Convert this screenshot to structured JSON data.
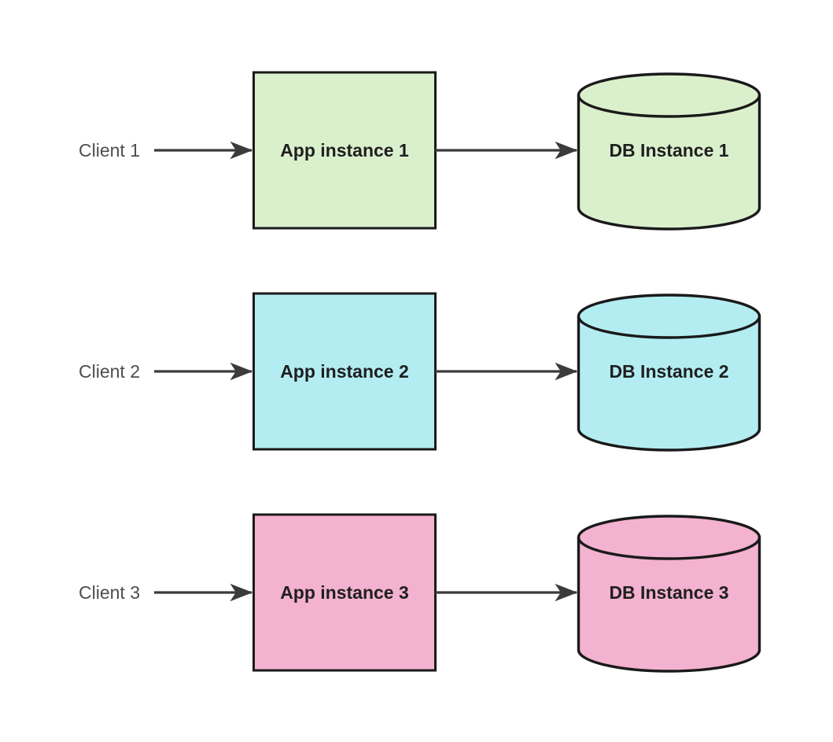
{
  "diagram": {
    "background": "#ffffff",
    "stroke_color": "#1a1a1a",
    "arrow_color": "#3b3b3b",
    "client_text_color": "#4d4d4d",
    "node_text_color": "#1f1f1f",
    "rows": [
      {
        "client_label": "Client 1",
        "app_label": "App instance 1",
        "db_label": "DB Instance 1",
        "fill": "#daf0cc"
      },
      {
        "client_label": "Client 2",
        "app_label": "App instance 2",
        "db_label": "DB Instance 2",
        "fill": "#b3edf2"
      },
      {
        "client_label": "Client 3",
        "app_label": "App instance 3",
        "db_label": "DB Instance 3",
        "fill": "#f3b2cf"
      }
    ]
  }
}
